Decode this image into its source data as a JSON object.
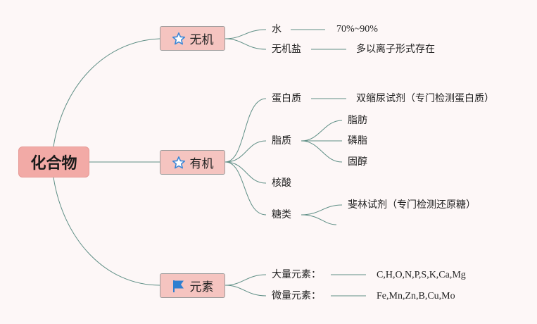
{
  "root": {
    "label": "化合物"
  },
  "branches": [
    {
      "label": "无机",
      "icon": "star-outline-icon",
      "children": [
        {
          "label": "水",
          "detail": "70%~90%"
        },
        {
          "label": "无机盐",
          "detail": "多以离子形式存在"
        }
      ]
    },
    {
      "label": "有机",
      "icon": "star-outline-icon",
      "children": [
        {
          "label": "蛋白质",
          "detail": "双缩尿试剂（专门检测蛋白质）"
        },
        {
          "label": "脂质",
          "subitems": [
            "脂肪",
            "磷脂",
            "固醇"
          ]
        },
        {
          "label": "核酸"
        },
        {
          "label": "糖类",
          "subitems": [
            "斐林试剂（专门检测还原糖）"
          ]
        }
      ]
    },
    {
      "label": "元素",
      "icon": "flag-icon",
      "children": [
        {
          "label": "大量元素：",
          "detail": "C,H,O,N,P,S,K,Ca,Mg"
        },
        {
          "label": "微量元素：",
          "detail": "Fe,Mn,Zn,B,Cu,Mo"
        }
      ]
    }
  ],
  "colors": {
    "root_fill": "#f2aaa6",
    "branch_fill": "#f5c4c0",
    "line": "#5f8f86",
    "star": "#3a86d6",
    "flag": "#2f7fd0"
  }
}
